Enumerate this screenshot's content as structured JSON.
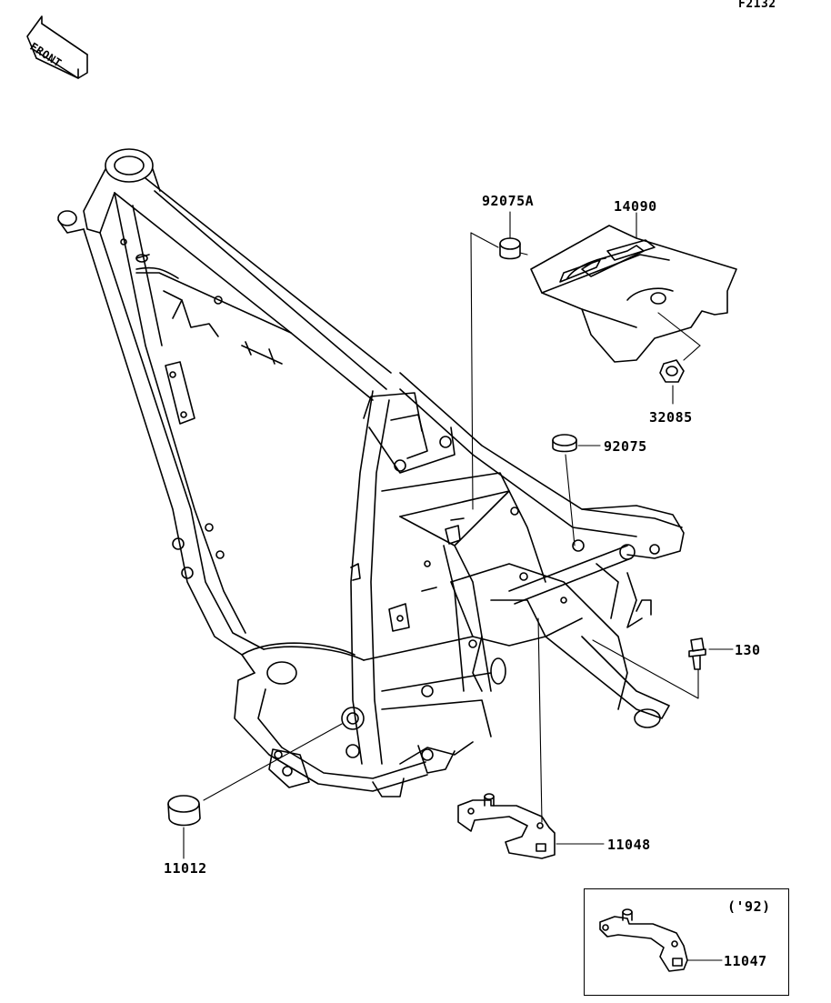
{
  "figure_code": "F2132",
  "front_marker": "FRONT",
  "parts": [
    {
      "id": "p-92075a",
      "number": "92075A"
    },
    {
      "id": "p-14090",
      "number": "14090"
    },
    {
      "id": "p-32085",
      "number": "32085"
    },
    {
      "id": "p-92075",
      "number": "92075"
    },
    {
      "id": "p-130",
      "number": "130"
    },
    {
      "id": "p-11048",
      "number": "11048"
    },
    {
      "id": "p-11012",
      "number": "11012"
    },
    {
      "id": "p-11047",
      "number": "11047"
    }
  ],
  "inset": {
    "year_note": "('92)"
  }
}
